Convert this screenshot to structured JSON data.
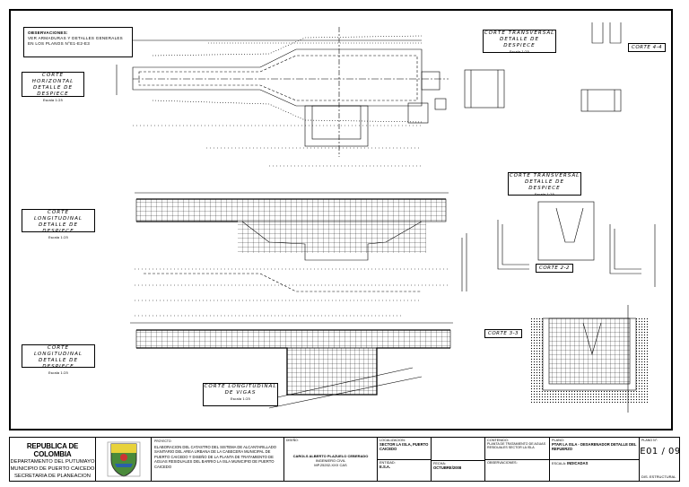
{
  "notes": {
    "title": "OBSERVACIONES:",
    "line1": "VER ARMADURAS Y DETALLES GENERALES",
    "line2": "EN LOS PLANOS N°E1-E2-E3"
  },
  "views": {
    "corte_horizontal": {
      "t1": "CORTE HORIZONTAL",
      "t2": "DETALLE DE DESPIECE",
      "scale": "Escala 1:25"
    },
    "corte_transversal_top": {
      "t1": "CORTE TRANSVERSAL",
      "t2": "DETALLE DE DESPIECE",
      "scale": "Escala 1:25"
    },
    "corte_transversal_mid": {
      "t1": "CORTE TRANSVERSAL",
      "t2": "DETALLE DE DESPIECE",
      "scale": "Escala 1:25"
    },
    "corte_long_1": {
      "t1": "CORTE LONGITUDINAL",
      "t2": "DETALLE DE DESPIECE",
      "scale": "Escala 1:25"
    },
    "corte_long_2": {
      "t1": "CORTE LONGITUDINAL",
      "t2": "DETALLE DE DESPIECE",
      "scale": "Escala 1:25"
    },
    "corte_long_vigas": {
      "t1": "CORTE LONGITUDINAL",
      "t2": "DE VIGAS",
      "scale": "Escala 1:25"
    },
    "corte_44": "CORTE 4-4",
    "corte_22": "CORTE 2-2",
    "corte_33": "CORTE 3-3"
  },
  "titleblock": {
    "gov_l1": "REPUBLICA DE COLOMBIA",
    "gov_l2": "DEPARTAMENTO DEL PUTUMAYO",
    "gov_l3": "MUNICIPIO DE PUERTO CAICEDO",
    "gov_l4": "SECRETARIA DE PLANEACION",
    "project_hd": "PROYECTO:",
    "project": "ELABORACION DEL CATASTRO DEL SISTEMA DE ALCANTARILLADO SANITARIO DEL AREA URBANA DE LA CABECERA MUNICIPAL DE PUERTO CAICEDO Y DISEÑO DE LA PLANTA DE TRATAMIENTO DE AGUAS RESIDUALES DEL BARRIO LA ISLA MUNICIPIO DE PUERTO CAICEDO",
    "designer_hd": "DISEÑO:",
    "designer": "CAROLS ALBERTO PLAZUELO CEBERADO",
    "designer_role": "INGENIERO CIVIL",
    "designer_id": "MP.25202-XXX CAS",
    "loc_hd": "LOCALIZACION:",
    "loc": "SECTOR LA ISLA, PUERTO CAICEDO",
    "entity_hd": "ENTIDAD:",
    "entity": "E.S.A.",
    "date_hd": "FECHA:",
    "date": "OCTUBRE/2008",
    "content_hd": "CONTENIDO:",
    "content": "PLANTA DE TRATAMIENTO DE AGUAS RESIDUALES SECTOR LA ISLA",
    "obs_hd": "OBSERVACIONES:",
    "plane_hd": "PLANO:",
    "plane": "PTAR LA ISLA - DESARENADOR DETALLE DEL REFUERZO",
    "scale_hd": "ESCALA:",
    "scale": "INDICADAS",
    "sheet_hd": "PLANO N°:",
    "sheet": "E01 / 09",
    "discipline": "DIS. ESTRUCTURAL"
  }
}
